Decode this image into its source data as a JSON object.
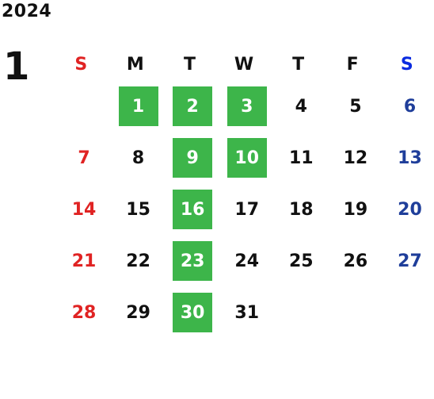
{
  "year": "2024",
  "month": "1",
  "colors": {
    "highlight": "#3db54a",
    "sunday": "#e02323",
    "saturday": "#1f3e9a",
    "saturday_header": "#0a2be0"
  },
  "weekdays": [
    "S",
    "M",
    "T",
    "W",
    "T",
    "F",
    "S"
  ],
  "weeks": [
    [
      {
        "d": ""
      },
      {
        "d": "1",
        "hl": true
      },
      {
        "d": "2",
        "hl": true
      },
      {
        "d": "3",
        "hl": true
      },
      {
        "d": "4"
      },
      {
        "d": "5"
      },
      {
        "d": "6"
      }
    ],
    [
      {
        "d": "7"
      },
      {
        "d": "8"
      },
      {
        "d": "9",
        "hl": true
      },
      {
        "d": "10",
        "hl": true
      },
      {
        "d": "11"
      },
      {
        "d": "12"
      },
      {
        "d": "13"
      }
    ],
    [
      {
        "d": "14"
      },
      {
        "d": "15"
      },
      {
        "d": "16",
        "hl": true
      },
      {
        "d": "17"
      },
      {
        "d": "18"
      },
      {
        "d": "19"
      },
      {
        "d": "20"
      }
    ],
    [
      {
        "d": "21"
      },
      {
        "d": "22"
      },
      {
        "d": "23",
        "hl": true
      },
      {
        "d": "24"
      },
      {
        "d": "25"
      },
      {
        "d": "26"
      },
      {
        "d": "27"
      }
    ],
    [
      {
        "d": "28"
      },
      {
        "d": "29"
      },
      {
        "d": "30",
        "hl": true
      },
      {
        "d": "31"
      },
      {
        "d": ""
      },
      {
        "d": ""
      },
      {
        "d": ""
      }
    ]
  ]
}
